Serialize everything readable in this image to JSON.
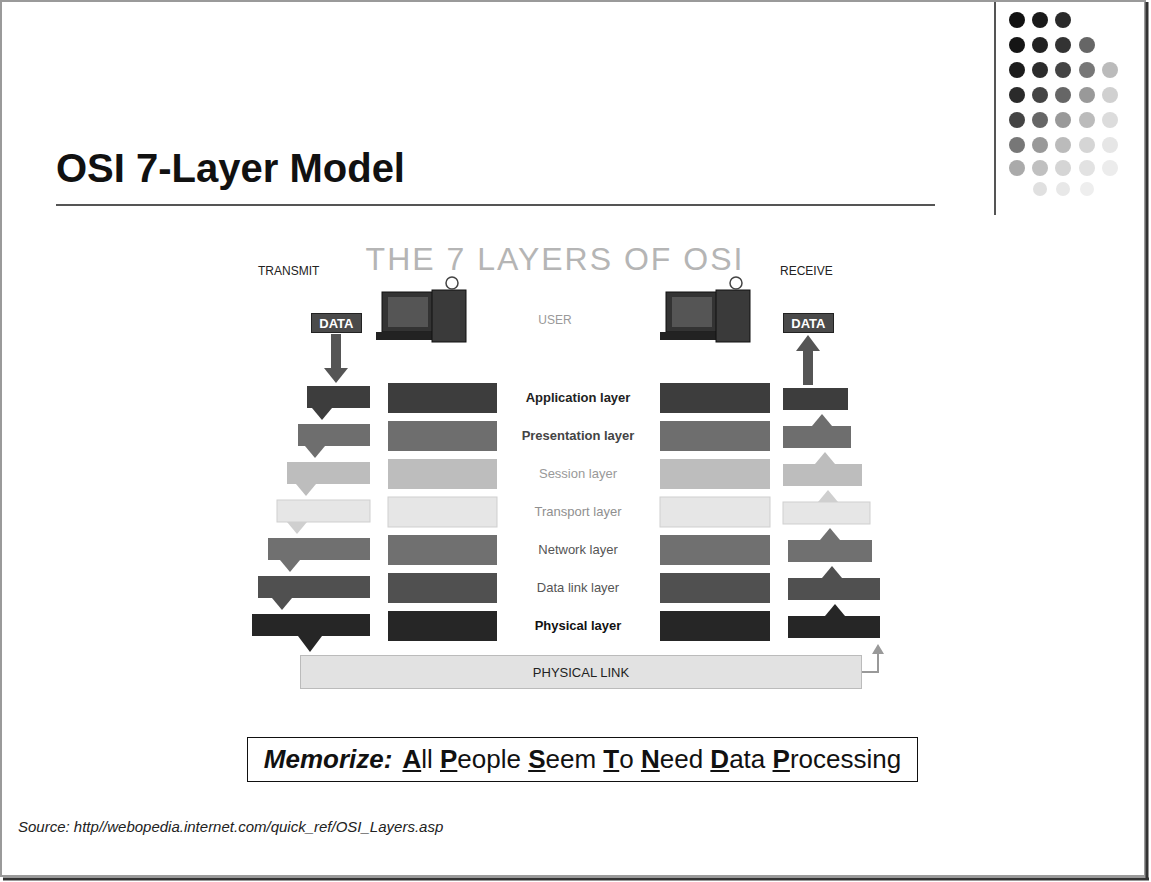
{
  "diagram": {
    "title": "OSI 7-Layer Model",
    "caption": "Source: http//webopedia.internet.com/quick_ref/OSI_Layers.asp",
    "nodes": [
      {
        "text": [
          "DATA"
        ]
      },
      {
        "text": [
          "DATA"
        ]
      },
      {
        "text": [
          "PHYSICAL LINK"
        ]
      },
      {
        "text": [
          "Memorize:",
          "All People Seem To Need Data Processing"
        ]
      }
    ],
    "labels": [
      "THE 7 LAYERS OF OSI",
      "TRANSMIT",
      "RECEIVE",
      "USER",
      "Application layer",
      "Presentation layer",
      "Session layer",
      "Transport layer",
      "Network layer",
      "Data link layer",
      "Physical layer"
    ]
  }
}
